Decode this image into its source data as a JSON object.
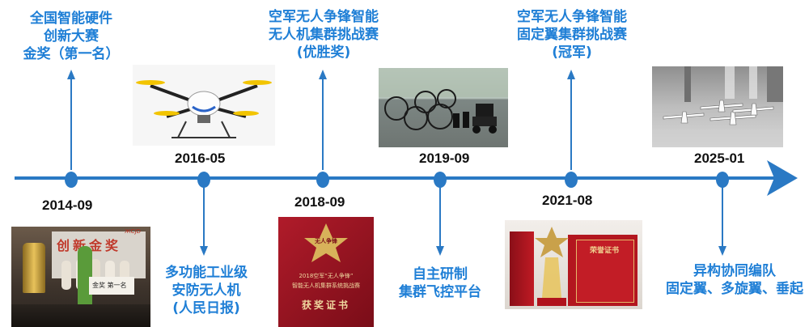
{
  "timeline": {
    "color": "#2a79c4",
    "text_color": "#1f7fd6",
    "milestones": [
      {
        "date": "2014-09",
        "lines": [
          "全国智能硬件",
          "创新大赛",
          "金奖（第一名）"
        ]
      },
      {
        "date": "2016-05",
        "lines": [
          "多功能工业级",
          "安防无人机",
          "(人民日报)"
        ]
      },
      {
        "date": "2018-09",
        "lines": [
          "空军无人争锋智能",
          "无人机集群挑战赛",
          "(优胜奖)"
        ]
      },
      {
        "date": "2019-09",
        "lines": [
          "自主研制",
          "集群飞控平台"
        ]
      },
      {
        "date": "2021-08",
        "lines": [
          "空军无人争锋智能",
          "固定翼集群挑战赛",
          "(冠军)"
        ]
      },
      {
        "date": "2025-01",
        "lines": [
          "异构协同编队",
          "固定翼、多旋翼、垂起"
        ]
      }
    ]
  },
  "photos": {
    "award_stage": {
      "banner": "创新金奖",
      "corner": "ЖCJD",
      "board": "金奖 第一名"
    },
    "certificate_2018": {
      "emblem": "无人争锋",
      "line1": "2018空军“无人争锋”",
      "line2": "智能无人机集群系统挑战赛",
      "title": "获奖证书"
    },
    "certificate_2021": {
      "title": "荣誉证书"
    }
  }
}
